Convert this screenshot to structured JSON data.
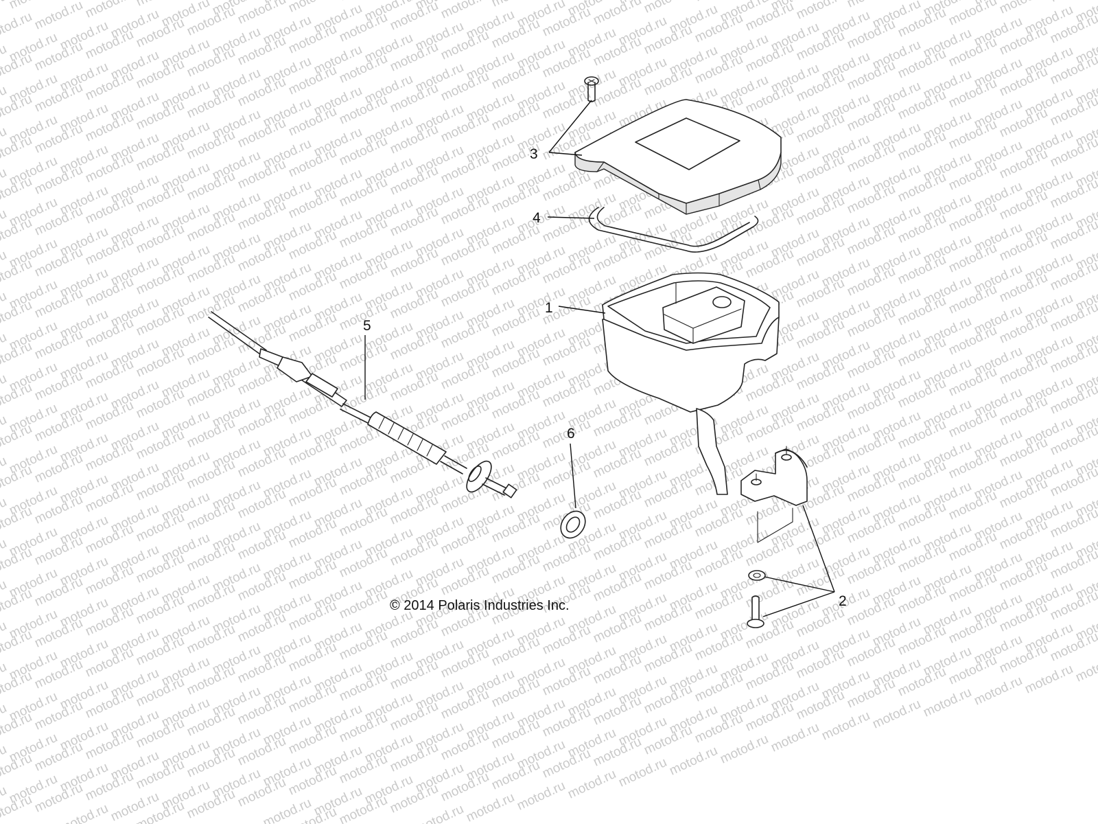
{
  "watermark": {
    "text": "motod.ru",
    "color": "#c9c9c9"
  },
  "copyright": "© 2014 Polaris Industries Inc.",
  "callouts": [
    {
      "id": "1",
      "label": "1"
    },
    {
      "id": "2",
      "label": "2"
    },
    {
      "id": "3",
      "label": "3"
    },
    {
      "id": "4",
      "label": "4"
    },
    {
      "id": "5",
      "label": "5"
    },
    {
      "id": "6",
      "label": "6"
    }
  ],
  "colors": {
    "line": "#222222",
    "background": "#ffffff",
    "shade": "#e4e4e4"
  }
}
